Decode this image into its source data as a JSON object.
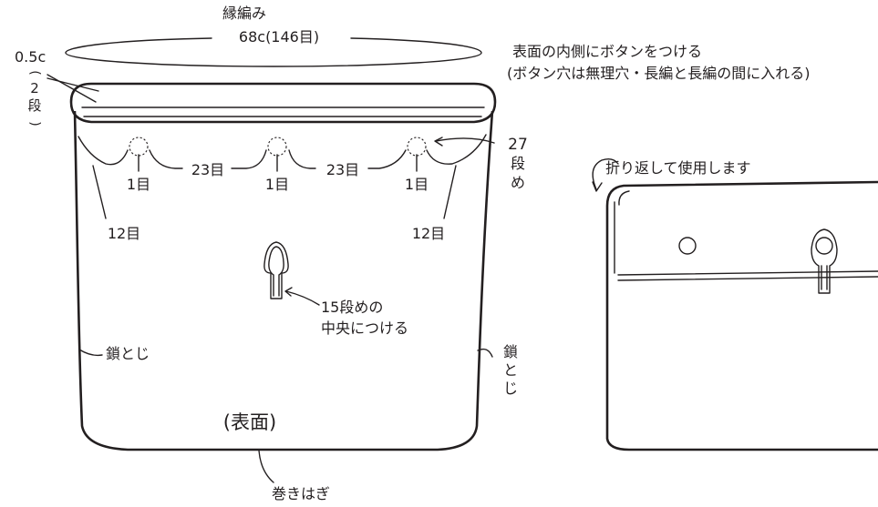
{
  "top_band": {
    "title": "縁編み",
    "size": "68c(146目)"
  },
  "edge_depth": {
    "width": "0.5c",
    "paren_open": "(",
    "rows_num": "2",
    "rows_unit": "段",
    "paren_close": ")"
  },
  "note": {
    "line1": "表面の内側にボタンをつける",
    "line2": "(ボタン穴は無理穴・長編と長編の間に入れる)"
  },
  "row_marker": {
    "num": "27",
    "unit": "段",
    "suffix": "め"
  },
  "button_spacing": {
    "edge": "12目",
    "button": "1目",
    "between": "23目"
  },
  "loop_note": {
    "line1": "15段めの",
    "line2": "中央につける"
  },
  "seam_left": "鎖とじ",
  "seam_right": {
    "char1": "鎖",
    "char2": "と",
    "char3": "じ"
  },
  "front_label": "(表面)",
  "bottom_label": "巻きはぎ",
  "fold_note": "折り返して使用します"
}
